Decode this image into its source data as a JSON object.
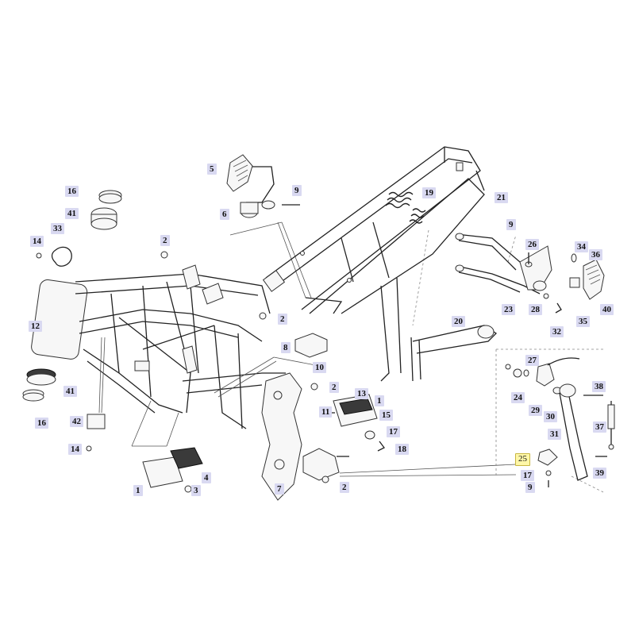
{
  "diagram": {
    "labels": [
      {
        "id": "lbl-16-top",
        "text": "16"
      },
      {
        "id": "lbl-41-top",
        "text": "41"
      },
      {
        "id": "lbl-33",
        "text": "33"
      },
      {
        "id": "lbl-14-top",
        "text": "14"
      },
      {
        "id": "lbl-12",
        "text": "12"
      },
      {
        "id": "lbl-41-bot",
        "text": "41"
      },
      {
        "id": "lbl-16-bot",
        "text": "16"
      },
      {
        "id": "lbl-42",
        "text": "42"
      },
      {
        "id": "lbl-14-bot",
        "text": "14"
      },
      {
        "id": "lbl-5",
        "text": "5"
      },
      {
        "id": "lbl-6",
        "text": "6"
      },
      {
        "id": "lbl-9-top",
        "text": "9"
      },
      {
        "id": "lbl-2-top",
        "text": "2"
      },
      {
        "id": "lbl-19",
        "text": "19"
      },
      {
        "id": "lbl-21",
        "text": "21"
      },
      {
        "id": "lbl-2-mid",
        "text": "2"
      },
      {
        "id": "lbl-8",
        "text": "8"
      },
      {
        "id": "lbl-10",
        "text": "10"
      },
      {
        "id": "lbl-2-right",
        "text": "2"
      },
      {
        "id": "lbl-13",
        "text": "13"
      },
      {
        "id": "lbl-1-mid",
        "text": "1"
      },
      {
        "id": "lbl-11",
        "text": "11"
      },
      {
        "id": "lbl-15",
        "text": "15"
      },
      {
        "id": "lbl-17-mid",
        "text": "17"
      },
      {
        "id": "lbl-18",
        "text": "18"
      },
      {
        "id": "lbl-1-bot",
        "text": "1"
      },
      {
        "id": "lbl-4",
        "text": "4"
      },
      {
        "id": "lbl-3",
        "text": "3"
      },
      {
        "id": "lbl-7",
        "text": "7"
      },
      {
        "id": "lbl-2-bot",
        "text": "2"
      },
      {
        "id": "lbl-20",
        "text": "20"
      },
      {
        "id": "lbl-9-right",
        "text": "9"
      },
      {
        "id": "lbl-26",
        "text": "26"
      },
      {
        "id": "lbl-34",
        "text": "34"
      },
      {
        "id": "lbl-36",
        "text": "36"
      },
      {
        "id": "lbl-23",
        "text": "23"
      },
      {
        "id": "lbl-28",
        "text": "28"
      },
      {
        "id": "lbl-35",
        "text": "35"
      },
      {
        "id": "lbl-40",
        "text": "40"
      },
      {
        "id": "lbl-32",
        "text": "32"
      },
      {
        "id": "lbl-27",
        "text": "27"
      },
      {
        "id": "lbl-24",
        "text": "24"
      },
      {
        "id": "lbl-29",
        "text": "29"
      },
      {
        "id": "lbl-30",
        "text": "30"
      },
      {
        "id": "lbl-38",
        "text": "38"
      },
      {
        "id": "lbl-31",
        "text": "31"
      },
      {
        "id": "lbl-37",
        "text": "37"
      },
      {
        "id": "lbl-25",
        "text": "25"
      },
      {
        "id": "lbl-17-bot",
        "text": "17"
      },
      {
        "id": "lbl-9-bot",
        "text": "9"
      },
      {
        "id": "lbl-39",
        "text": "39"
      }
    ],
    "colors": {
      "label_bg": "#d9d9f1",
      "highlight_bg": "#fff7a8",
      "line": "#222222"
    }
  }
}
